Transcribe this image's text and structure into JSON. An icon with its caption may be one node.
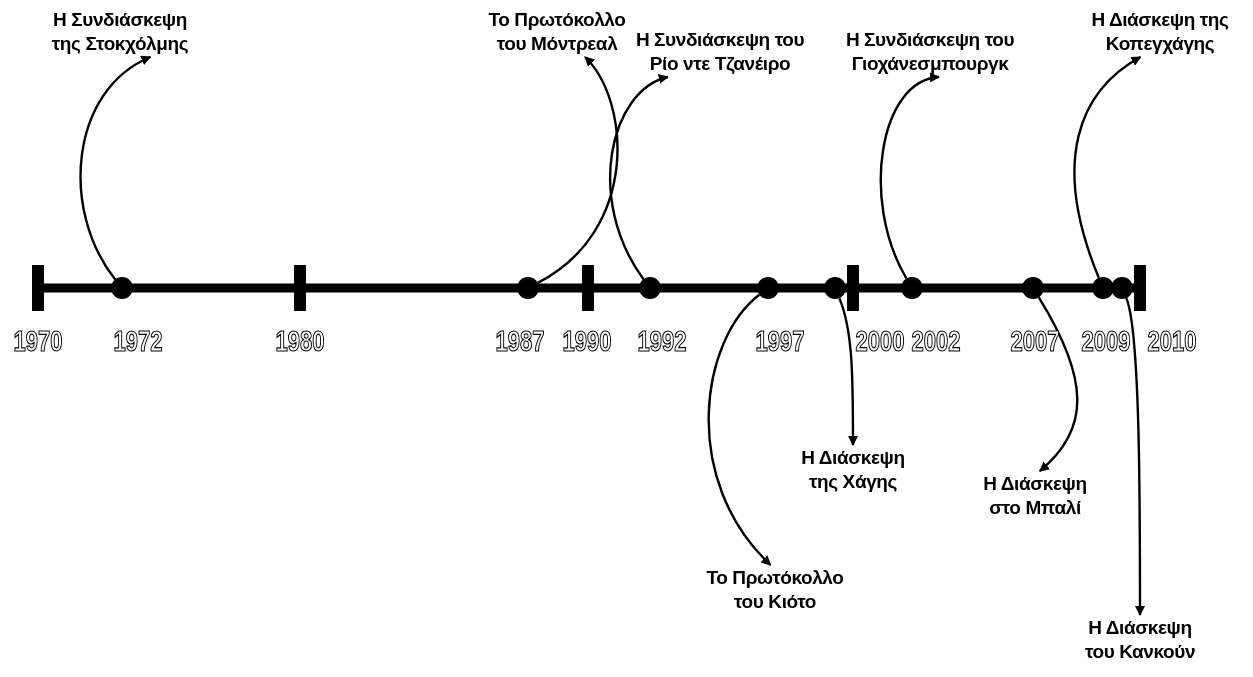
{
  "diagram": {
    "nodes": [
      {
        "text": [
          "Η Συνδιάσκεψη της Στοκχόλμης"
        ]
      },
      {
        "text": [
          "Το Πρωτόκολλο του Μόντρεαλ"
        ]
      },
      {
        "text": [
          "Η Συνδιάσκεψη του Ρίο ντε Τζανέιρο"
        ]
      },
      {
        "text": [
          "Το Πρωτόκολλο του Κιότο"
        ]
      },
      {
        "text": [
          "Η Διάσκεψη της Χάγης"
        ]
      },
      {
        "text": [
          "Η Συνδιάσκεψη του Γιοχάνεσμπουργκ"
        ]
      },
      {
        "text": [
          "Η Διάσκεψη στο Μπαλί"
        ]
      },
      {
        "text": [
          "Η Διάσκεψη της Κοπεγχάγης"
        ]
      },
      {
        "text": [
          "Η Διάσκεψη του Κανκούν"
        ]
      },
      {
        "text": [],
        "shape": "circle"
      },
      {
        "text": [],
        "shape": "circle"
      },
      {
        "text": [],
        "shape": "circle"
      },
      {
        "text": [],
        "shape": "circle"
      },
      {
        "text": [],
        "shape": "circle"
      },
      {
        "text": [],
        "shape": "circle"
      },
      {
        "text": [],
        "shape": "circle"
      },
      {
        "text": [],
        "shape": "circle"
      },
      {
        "text": [],
        "shape": "circle"
      }
    ],
    "edges": [
      {
        "from": 9,
        "to": 0,
        "arrow": "to"
      },
      {
        "from": 10,
        "to": 1,
        "arrow": "to"
      },
      {
        "from": 11,
        "to": 2,
        "arrow": "to"
      },
      {
        "from": 12,
        "to": 3,
        "arrow": "to"
      },
      {
        "from": 13,
        "to": 4,
        "arrow": "to"
      },
      {
        "from": 14,
        "to": 5,
        "arrow": "to"
      },
      {
        "from": 15,
        "to": 6,
        "arrow": "to"
      },
      {
        "from": 16,
        "to": 7,
        "arrow": "to"
      },
      {
        "from": 17,
        "to": 8,
        "arrow": "to"
      }
    ],
    "labels": [
      "1970",
      "1972",
      "1980",
      "1987",
      "1990",
      "1992",
      "1997",
      "2000",
      "2002",
      "2007",
      "2009",
      "2010"
    ]
  }
}
